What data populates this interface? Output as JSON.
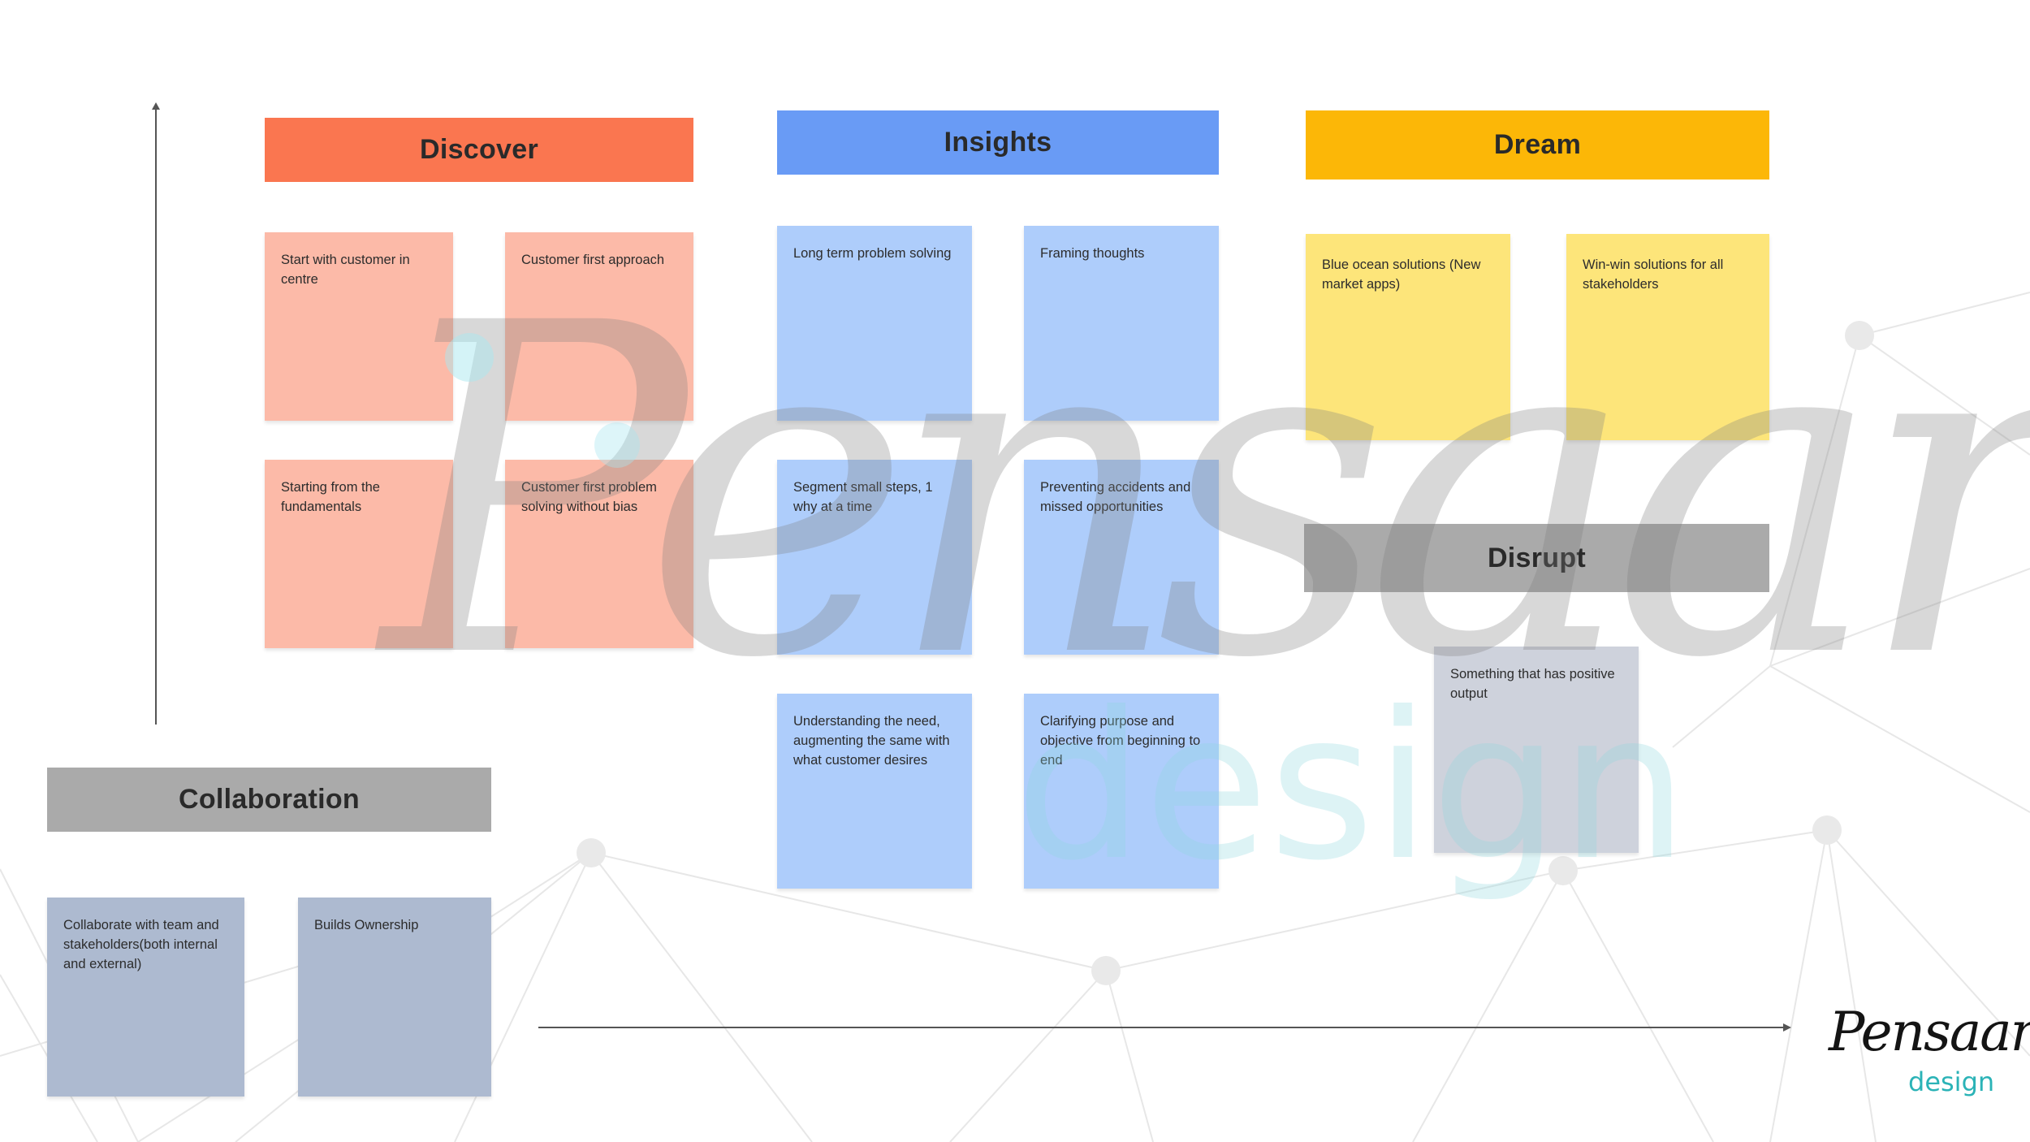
{
  "colors": {
    "discover": "#fa7650",
    "insights": "#699bf5",
    "dream": "#fcb707",
    "disrupt": "#aaaaaa",
    "collaboration": "#aaaaaa",
    "discover_note": "#fcbaa8",
    "insights_note": "#aecdfb",
    "dream_note": "#fde57a",
    "disrupt_note": "#ced2dc",
    "collaboration_note": "#adbad0",
    "logo_accent": "#2bb3b7"
  },
  "discover": {
    "title": "Discover",
    "notes": [
      "Start with customer in centre",
      "Customer first approach",
      "Starting from the fundamentals",
      "Customer first problem solving without bias"
    ]
  },
  "insights": {
    "title": "Insights",
    "notes": [
      "Long term problem solving",
      "Framing thoughts",
      "Segment small steps, 1 why at a time",
      "Preventing accidents and missed opportunities",
      "Understanding the need, augmenting the same with what customer desires",
      "Clarifying purpose and objective from beginning to end"
    ]
  },
  "dream": {
    "title": "Dream",
    "notes": [
      "Blue ocean solutions (New market apps)",
      "Win-win solutions for all stakeholders"
    ]
  },
  "disrupt": {
    "title": "Disrupt",
    "notes": [
      "Something that has positive output"
    ]
  },
  "collaboration": {
    "title": "Collaboration",
    "notes": [
      "Collaborate with team and stakeholders(both internal and external)",
      "Builds Ownership"
    ]
  },
  "watermark": {
    "main": "Pensaar",
    "sub": "design"
  },
  "logo": {
    "main": "Pensaar",
    "sub": "design"
  },
  "icons": {
    "logo": "pensaar-logo-icon",
    "background": "network-lines-icon"
  }
}
